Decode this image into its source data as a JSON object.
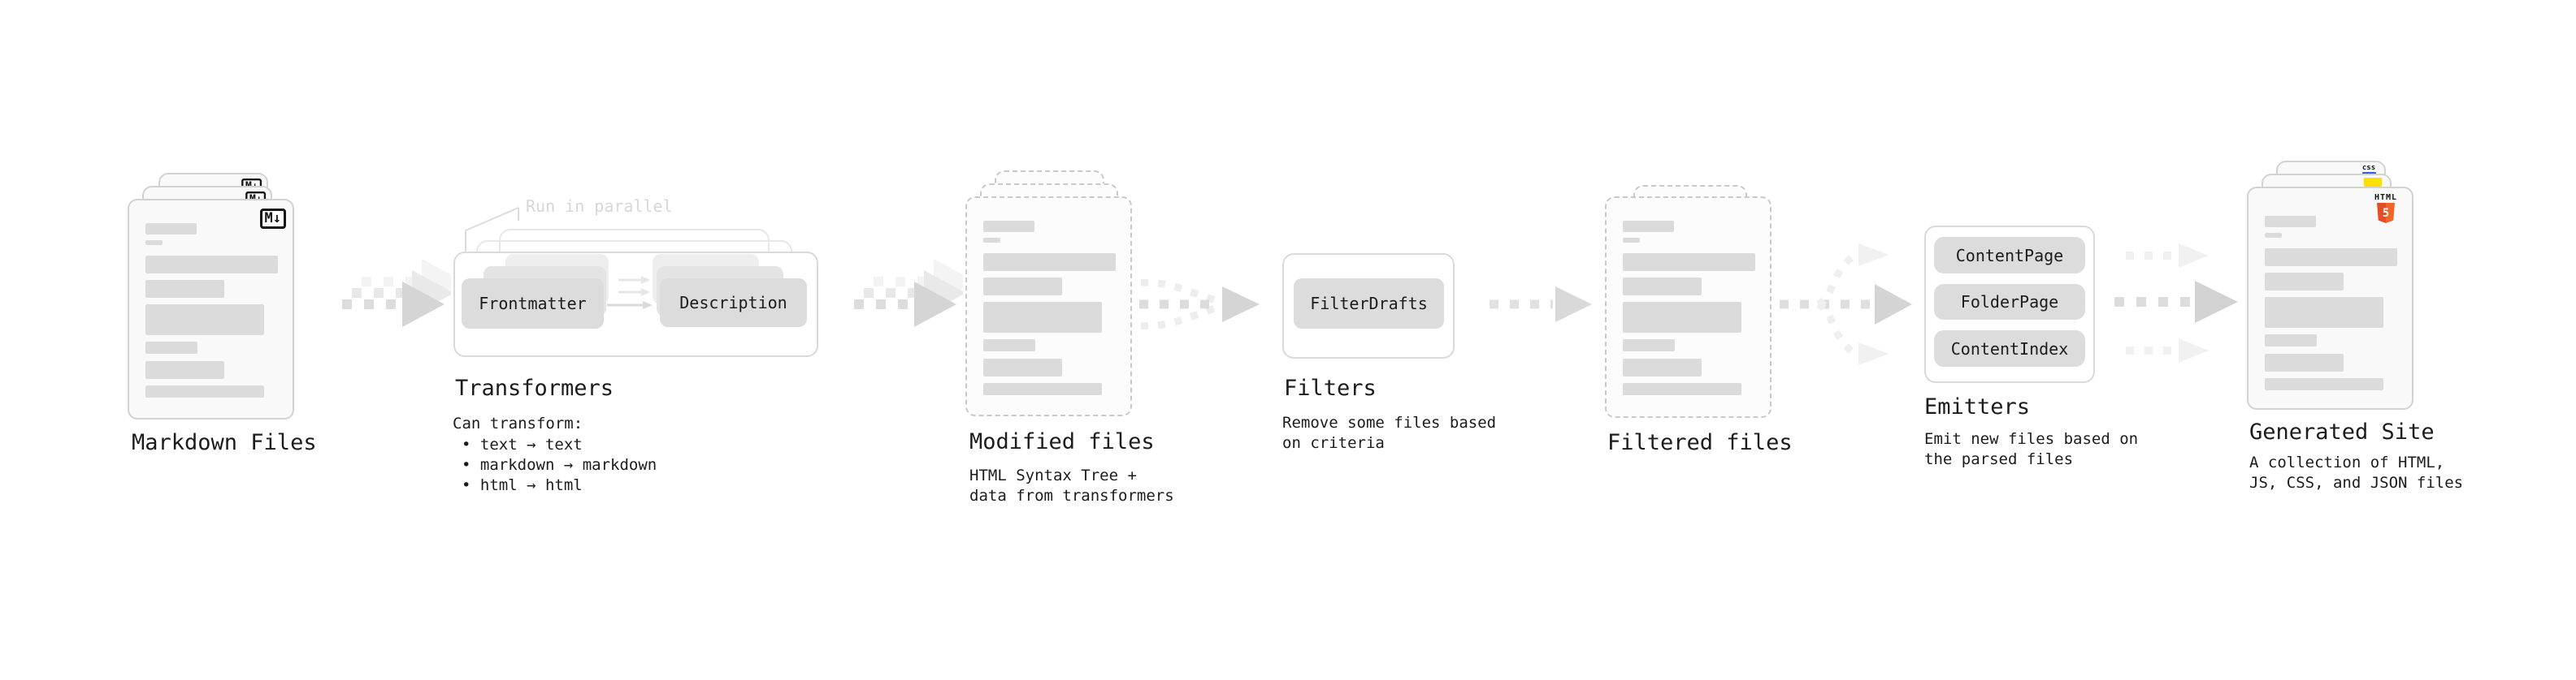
{
  "nodes": {
    "markdown_files": {
      "heading": "Markdown Files",
      "badge": "M↓"
    },
    "transformers": {
      "heading": "Transformers",
      "annotation": "Run in parallel",
      "step1": "Frontmatter",
      "step2": "Description",
      "note_title": "Can transform:",
      "bullets": [
        "• text → text",
        "• markdown → markdown",
        "• html → html"
      ]
    },
    "modified_files": {
      "heading": "Modified files",
      "note_line1": "HTML Syntax Tree +",
      "note_line2": "data from transformers"
    },
    "filters": {
      "heading": "Filters",
      "item1": "FilterDrafts",
      "note_line1": "Remove some files based",
      "note_line2": "on criteria"
    },
    "filtered_files": {
      "heading": "Filtered files"
    },
    "emitters": {
      "heading": "Emitters",
      "item1": "ContentPage",
      "item2": "FolderPage",
      "item3": "ContentIndex",
      "note_line1": "Emit new files based on",
      "note_line2": "the parsed files"
    },
    "generated_site": {
      "heading": "Generated Site",
      "note_line1": "A collection of HTML,",
      "note_line2": "JS, CSS, and JSON files",
      "html5_label": "HTML",
      "html5_number": "5",
      "css_label": "css"
    }
  },
  "colors": {
    "html5_orange": "#e44d26",
    "html5_orange_light": "#f16529",
    "js_yellow": "#ffdf00",
    "css_blue": "#2962e9",
    "arrow_main": "#d6d6d6",
    "arrow_faint": "#f1f1f1",
    "bar_gray": "#dbdbdb"
  }
}
